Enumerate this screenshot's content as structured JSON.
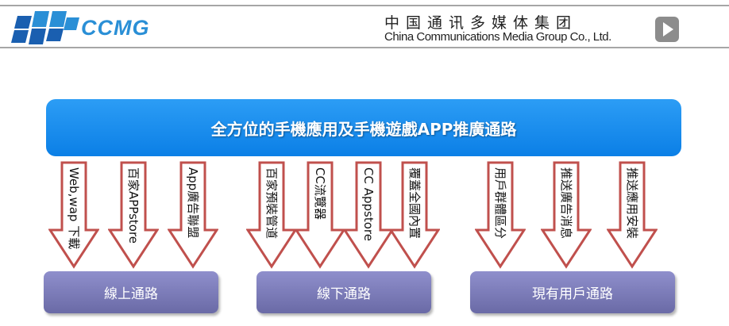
{
  "header": {
    "logo_text": "CCMG",
    "company_cn": "中国通讯多媒体集团",
    "company_en": "China Communications Media Group Co., Ltd.",
    "brand_color": "#2a8fd6"
  },
  "banner": {
    "title": "全方位的手機應用及手機遊戲APP推廣通路",
    "color": "#1a8ff0"
  },
  "arrows": [
    {
      "label": "Web,wap 下載"
    },
    {
      "label": "百家APPstore"
    },
    {
      "label": "App廣告聯盟"
    },
    {
      "label": "百家預裝管道"
    },
    {
      "label": "CC流覽器"
    },
    {
      "label": "CC Appstore"
    },
    {
      "label": "覆蓋全國內置"
    },
    {
      "label": "用戶群體區分"
    },
    {
      "label": "推送廣告消息"
    },
    {
      "label": "推送應用安裝"
    }
  ],
  "channels": [
    {
      "label": "線上通路"
    },
    {
      "label": "線下通路"
    },
    {
      "label": "現有用戶通路"
    }
  ]
}
